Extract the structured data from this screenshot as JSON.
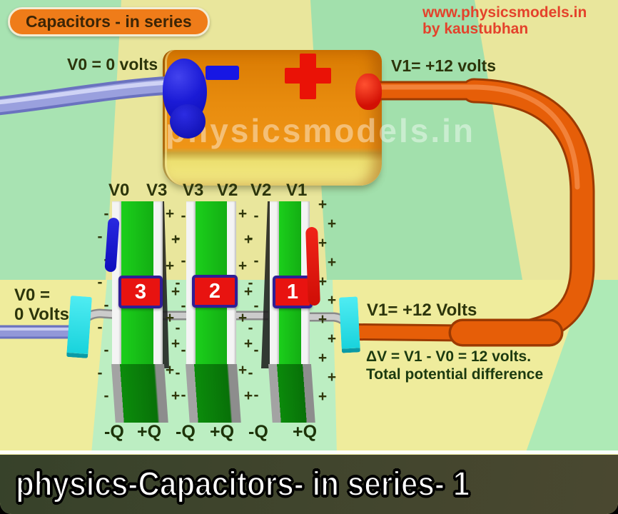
{
  "badge": {
    "label": "Capacitors - in series"
  },
  "credit": {
    "line1": "www.physicsmodels.in",
    "line2": "by kaustubhan"
  },
  "battery": {
    "watermark": "physicsmodels.in",
    "neg_terminal_label": "V0 = 0 volts",
    "pos_terminal_label": "V1= +12 volts"
  },
  "plate_labels": [
    "V0",
    "V3",
    "V3",
    "V2",
    "V2",
    "V1"
  ],
  "capacitors": [
    {
      "number": "3",
      "neg_charge": "-Q",
      "pos_charge": "+Q"
    },
    {
      "number": "2",
      "neg_charge": "-Q",
      "pos_charge": "+Q"
    },
    {
      "number": "1",
      "neg_charge": "-Q",
      "pos_charge": "+Q"
    }
  ],
  "left_node": {
    "line1": "V0 =",
    "line2": "0 Volts"
  },
  "right_node": {
    "label": "V1= +12 Volts"
  },
  "summary": {
    "line1": "ΔV = V1 - V0 = 12 volts.",
    "line2": "Total potential difference"
  },
  "signs": {
    "plus": "+",
    "minus": "-"
  },
  "title_bar": {
    "label": "physics-Capacitors- in series- 1"
  },
  "colors": {
    "badge_orange": "#ef7c19",
    "credit_red": "#e4422b",
    "battery_orange": "#e88c0e",
    "battery_rim_yellow": "#f4eb86",
    "terminal_blue": "#1b1bd6",
    "terminal_red": "#ea1206",
    "wire_blue": "#9aa0de",
    "wire_orange": "#e65e08",
    "plate_green": "#1bcf1b",
    "connector_cyan": "#19d3dc",
    "tile_green": "#a8e3b2",
    "tile_yellow": "#e9e69c",
    "title_bar_olive": "#41452d"
  }
}
